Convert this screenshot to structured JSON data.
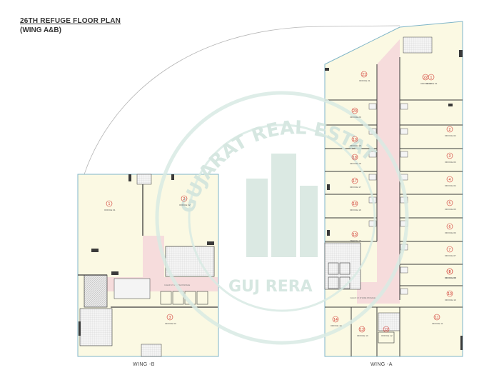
{
  "title": {
    "line1": "26TH REFUGE FLOOR PLAN",
    "line2": "(WING A&B)"
  },
  "wing_labels": {
    "b": "WING -B",
    "a": "WING -A"
  },
  "watermark": {
    "arc_text": "GUJARAT REAL ESTATE REGULATORY",
    "bottom_text": "GUJ RERA"
  },
  "colors": {
    "office_fill": "#fbf9e3",
    "corridor_fill": "#f6dcdc",
    "wall": "#3a3a3a",
    "outline": "#7fb5c8",
    "unit_marker": "#d0342c",
    "watermark": "#cfe3dc"
  },
  "wing_b_units": [
    {
      "num": "1",
      "label": "OFFICE 01"
    },
    {
      "num": "2",
      "label": "OFFICE 02"
    },
    {
      "num": "3",
      "label": "OFFICE 03"
    }
  ],
  "wing_a_units": {
    "left": [
      {
        "num": "21",
        "label": "OFFICE 21"
      },
      {
        "num": "20",
        "label": "OFFICE 20"
      },
      {
        "num": "19",
        "label": "OFFICE 19"
      },
      {
        "num": "18",
        "label": "OFFICE 18"
      },
      {
        "num": "17",
        "label": "OFFICE 17"
      },
      {
        "num": "16",
        "label": "OFFICE 16"
      },
      {
        "num": "15",
        "label": "OFFICE 15"
      },
      {
        "num": "14",
        "label": "OFFICE 14"
      },
      {
        "num": "13",
        "label": "OFFICE 13"
      },
      {
        "num": "12",
        "label": "OFFICE 12"
      }
    ],
    "right": [
      {
        "num": "22",
        "label": "OFFICE 22"
      },
      {
        "num": "1",
        "label": "OFFICE 01"
      },
      {
        "num": "2",
        "label": "OFFICE 02"
      },
      {
        "num": "3",
        "label": "OFFICE 03"
      },
      {
        "num": "4",
        "label": "OFFICE 04"
      },
      {
        "num": "5",
        "label": "OFFICE 05"
      },
      {
        "num": "6",
        "label": "OFFICE 06"
      },
      {
        "num": "7",
        "label": "OFFICE 07"
      },
      {
        "num": "8",
        "label": "OFFICE 08"
      },
      {
        "num": "9",
        "label": "OFFICE 09"
      },
      {
        "num": "10",
        "label": "OFFICE 10"
      },
      {
        "num": "11",
        "label": "OFFICE 11"
      }
    ]
  }
}
